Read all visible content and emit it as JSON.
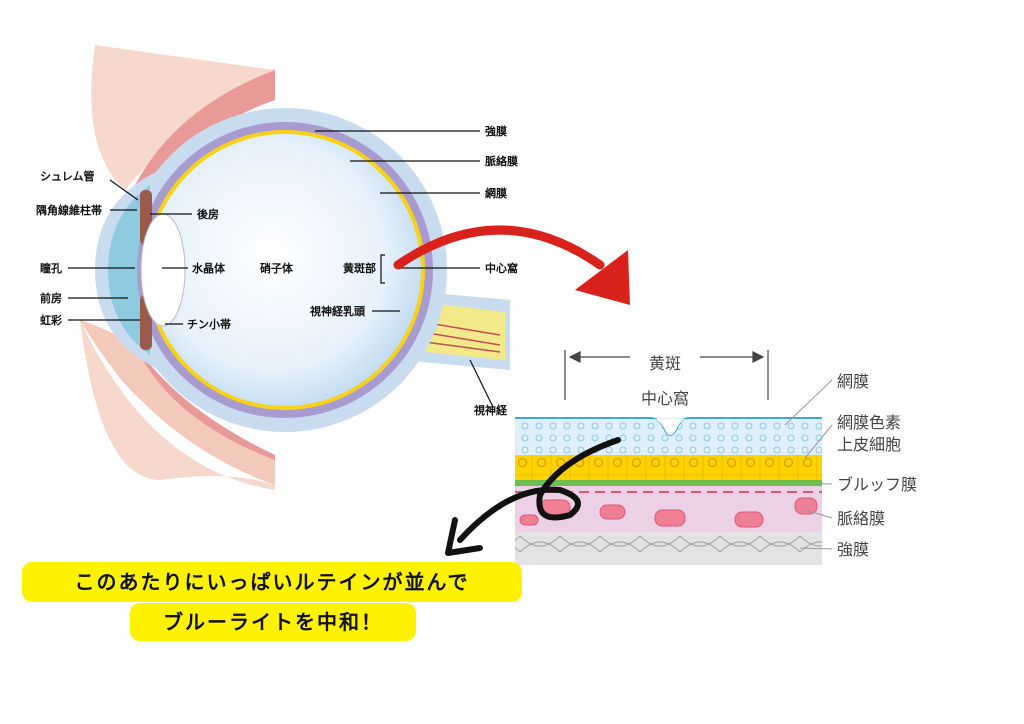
{
  "eye_labels": {
    "sclera": "強膜",
    "choroid": "脈絡膜",
    "retina": "網膜",
    "schlemm": "シュレム管",
    "trabecular": "隅角線維柱帯",
    "posterior_chamber": "後房",
    "pupil": "瞳孔",
    "lens": "水晶体",
    "vitreous": "硝子体",
    "macula": "黄斑部",
    "fovea": "中心窩",
    "anterior_chamber": "前房",
    "iris": "虹彩",
    "optic_disc": "視神経乳頭",
    "zonule": "チン小帯",
    "optic_nerve": "視神経"
  },
  "detail_labels": {
    "macula": "黄斑",
    "fovea": "中心窩",
    "retina": "網膜",
    "rpe_line1": "網膜色素",
    "rpe_line2": "上皮細胞",
    "bruch": "ブルッフ膜",
    "choroid": "脈絡膜",
    "sclera": "強膜"
  },
  "callout": {
    "line1": "このあたりにいっぱいルテインが並んで",
    "line2": "ブルーライトを中和！"
  },
  "colors": {
    "highlight": "#fff200",
    "arrow_red": "#d9221c",
    "retina_yellow": "#f7d21a",
    "choroid_purple": "#a79bd0"
  }
}
